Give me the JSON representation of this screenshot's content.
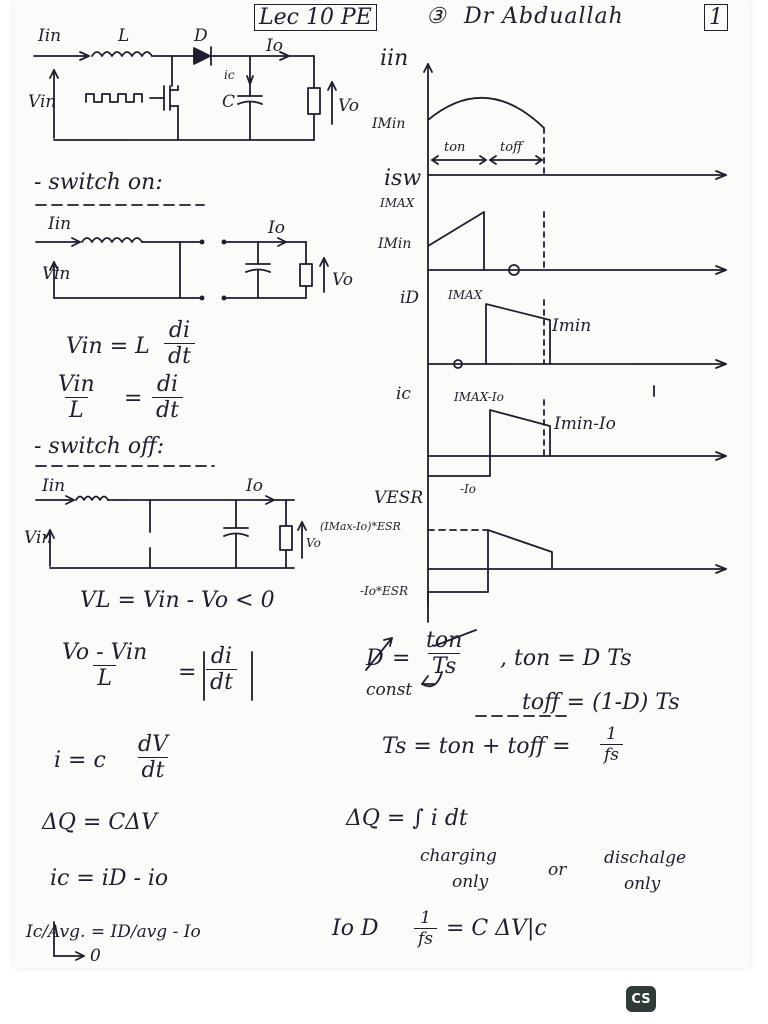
{
  "header": {
    "lecture": "Lec 10 PE",
    "number": "③",
    "author": "Dr Abduallah",
    "page": "1"
  },
  "circuit": {
    "iin": "Iin",
    "L": "L",
    "D": "D",
    "io": "Io",
    "ic": "ic",
    "C": "C",
    "vin": "Vin",
    "vo": "Vo"
  },
  "switch_on": {
    "title": "- switch on:",
    "iin": "Iin",
    "io": "Io",
    "vin": "Vin",
    "vo": "Vo",
    "eq1_lhs": "Vin = L",
    "eq1_num": "di",
    "eq1_den": "dt",
    "eq2_lhs_num": "Vin",
    "eq2_lhs_den": "L",
    "eq2_eq": "=",
    "eq2_num": "di",
    "eq2_den": "dt"
  },
  "switch_off": {
    "title": "- switch off:",
    "iin": "Iin",
    "io": "Io",
    "vin": "Vin",
    "vo": "Vo",
    "vl": "VL = Vin - Vo  < 0",
    "eq_num": "Vo - Vin",
    "eq_den": "L",
    "eq_eq": "=",
    "eq_rhs_num": "di",
    "eq_rhs_den": "dt"
  },
  "left_equations": {
    "i_lhs": "i = c",
    "i_num": "dV",
    "i_den": "dt",
    "dq": "ΔQ = CΔV",
    "ic": "ic = iD - io",
    "avg": "Ic/Avg. = ID/avg - Io",
    "avg_zero": "0"
  },
  "waveforms": {
    "iin": "iin",
    "imin1": "IMin",
    "ton": "ton",
    "toff": "toff",
    "isw": "isw",
    "imax_sw": "IMAX",
    "imin_sw": "IMin",
    "id": "iD",
    "imax_d": "IMAX",
    "imin_d": "Imin",
    "ic": "ic",
    "imax_io": "IMAX-Io",
    "imin_io": "Imin-Io",
    "neg_io": "-Io",
    "vesr": "VESR",
    "vesr_top": "(IMax-Io)*ESR",
    "vesr_bot": "-Io*ESR"
  },
  "right_equations": {
    "d_sym": "D",
    "eq": "=",
    "d_num": "ton",
    "d_den": "Ts",
    "const": "const",
    "ton_eq": ", ton = D Ts",
    "toff_eq": "toff = (1-D) Ts",
    "ts_eq": "Ts = ton + toff =",
    "ts_num": "1",
    "ts_den": "fs",
    "dq": "ΔQ = ∫ i dt",
    "charging": "charging",
    "only1": "only",
    "or": "or",
    "discharge": "dischalge",
    "only2": "only",
    "io_d": "Io D",
    "io_num": "1",
    "io_den": "fs",
    "io_rhs": "= C ΔV|c"
  },
  "badge": "CS"
}
